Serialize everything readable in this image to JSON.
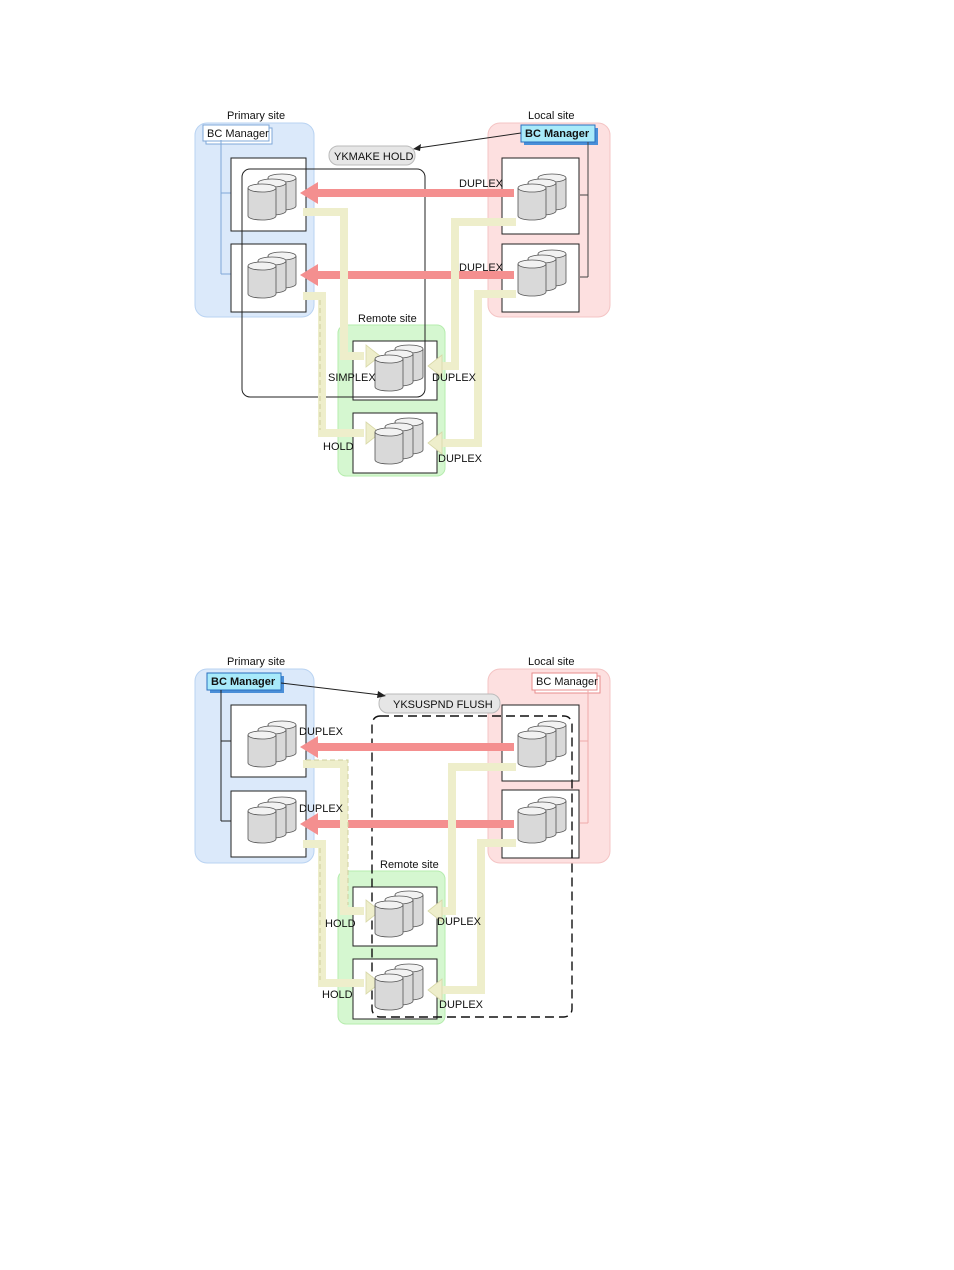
{
  "diagrams": [
    {
      "primary_site_label": "Primary site",
      "local_site_label": "Local site",
      "remote_site_label": "Remote site",
      "bc_manager_primary": "BC Manager",
      "bc_manager_local": "BC Manager",
      "command": "YKMAKE HOLD",
      "state_local_1": "DUPLEX",
      "state_local_2": "DUPLEX",
      "state_remote_1_left": "SIMPLEX",
      "state_remote_1_right": "DUPLEX",
      "state_remote_2_left": "HOLD",
      "state_remote_2_right": "DUPLEX"
    },
    {
      "primary_site_label": "Primary site",
      "local_site_label": "Local site",
      "remote_site_label": "Remote site",
      "bc_manager_primary": "BC Manager",
      "bc_manager_local": "BC Manager",
      "command": "YKSUSPND FLUSH",
      "state_primary_1": "DUPLEX",
      "state_primary_2": "DUPLEX",
      "state_remote_1_left": "HOLD",
      "state_remote_1_right": "DUPLEX",
      "state_remote_2_left": "HOLD",
      "state_remote_2_right": "DUPLEX"
    }
  ],
  "colors": {
    "primary_site_bg": "#dbe9fa",
    "local_site_bg": "#fde0e0",
    "remote_site_bg": "#d5f7d0",
    "red_arrow": "#f48f8f",
    "yellow_arrow": "#eeeecb",
    "bc_active_bg": "#a8eafa"
  }
}
